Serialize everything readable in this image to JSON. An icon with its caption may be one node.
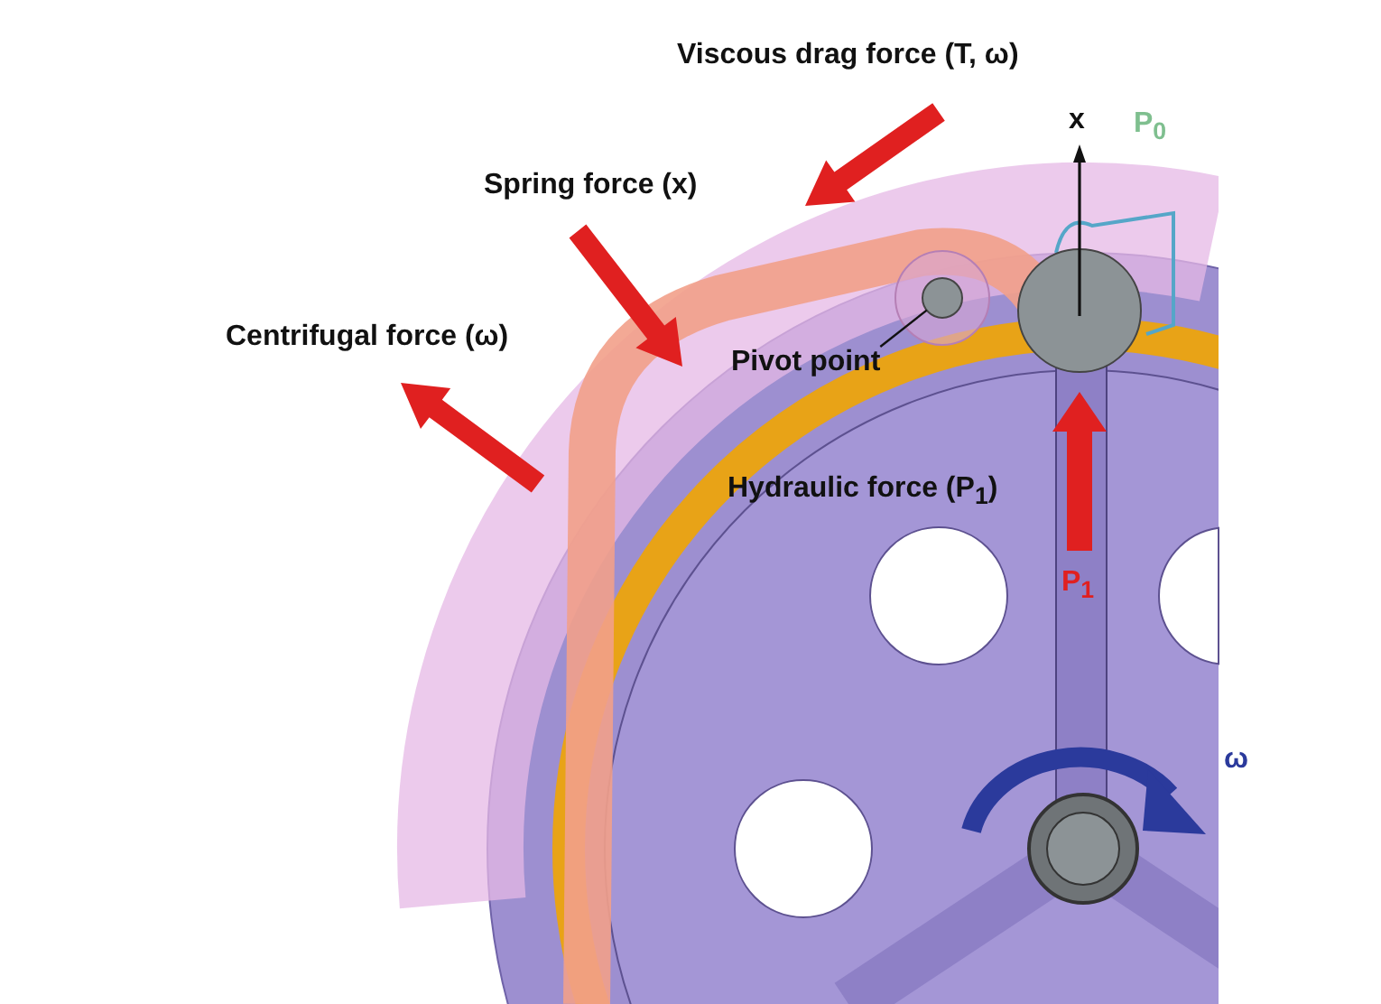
{
  "diagram": {
    "nodes": [
      {
        "text": [
          "Pivot point"
        ]
      },
      {
        "text": [],
        "shape": "circle"
      }
    ],
    "edges": [
      {
        "from": 0,
        "to": 1,
        "arrow": "none"
      }
    ],
    "labels": [
      "Viscous drag force (T, ω)",
      "Spring force (x)",
      "Centrifugal force (ω)",
      "Hydraulic force (P$_{1}$)",
      "x",
      "P$_{0}$",
      "P$_{1}$",
      "ω"
    ]
  }
}
